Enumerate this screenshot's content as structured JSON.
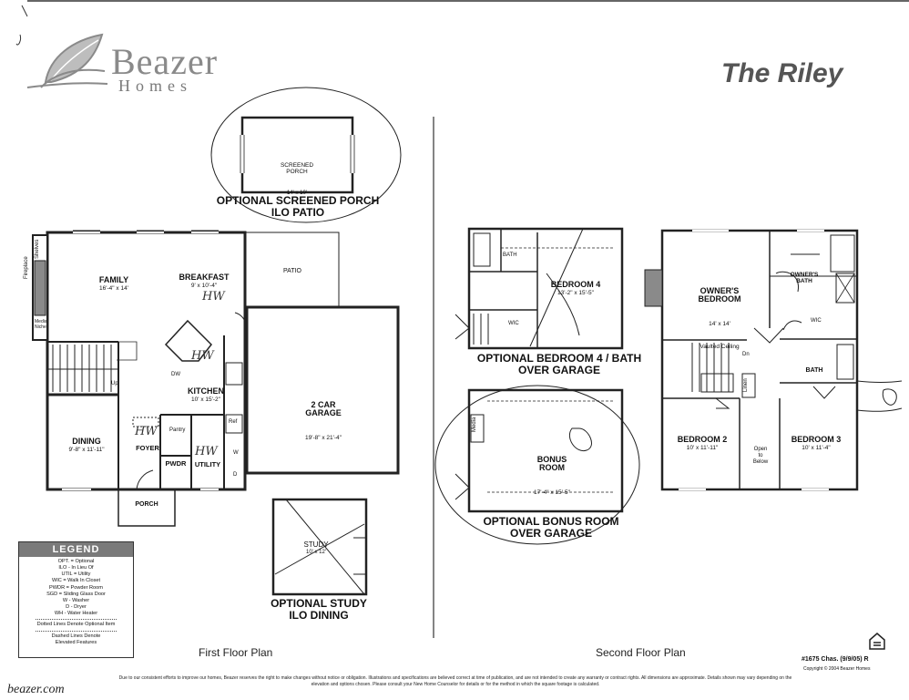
{
  "brand": {
    "name": "Beazer",
    "sub": "Homes",
    "website": "beazer.com"
  },
  "model_name": "The Riley",
  "first_floor": {
    "label": "First Floor Plan",
    "rooms": {
      "family": {
        "name": "FAMILY",
        "dim": "16'-4\" x 14'"
      },
      "breakfast": {
        "name": "BREAKFAST",
        "dim": "9' x 10'-4\""
      },
      "kitchen": {
        "name": "KITCHEN",
        "dim": "10' x 15'-2\""
      },
      "dining": {
        "name": "DINING",
        "dim": "9'-8\" x 11'-11\""
      },
      "foyer": {
        "name": "FOYER"
      },
      "pwdr": {
        "name": "PWDR"
      },
      "utility": {
        "name": "UTILITY"
      },
      "porch": {
        "name": "PORCH"
      },
      "patio": {
        "name": "PATIO"
      },
      "garage": {
        "name": "2 CAR\nGARAGE",
        "dim": "19'-8\" x 21'-4\""
      },
      "pantry": {
        "name": "Pantry"
      },
      "fireplace": {
        "name": "Fireplace"
      },
      "shelves": {
        "name": "Shelves"
      },
      "media_niche": {
        "name": "Media\nNiche"
      },
      "dw": {
        "name": "DW"
      },
      "ref": {
        "name": "Ref"
      },
      "up": {
        "name": "Up"
      },
      "w": {
        "name": "W"
      },
      "d": {
        "name": "D"
      }
    },
    "screened_porch": {
      "name": "SCREENED\nPORCH",
      "dim": "14' x 10'",
      "caption": "OPTIONAL SCREENED PORCH\nILO PATIO"
    },
    "study": {
      "name": "STUDY",
      "dim": "10' x 12'",
      "caption": "OPTIONAL STUDY\nILO DINING"
    }
  },
  "second_floor": {
    "label": "Second Floor Plan",
    "rooms": {
      "owners_bedroom": {
        "name": "OWNER'S\nBEDROOM",
        "dim": "14' x 14'",
        "note": "Vaulted Ceiling"
      },
      "owners_bath": {
        "name": "OWNER'S\nBATH"
      },
      "wic": {
        "name": "WIC"
      },
      "bath": {
        "name": "BATH"
      },
      "bedroom2": {
        "name": "BEDROOM 2",
        "dim": "10' x 11'-11\""
      },
      "bedroom3": {
        "name": "BEDROOM 3",
        "dim": "10' x 11'-4\""
      },
      "open_below": {
        "name": "Open\nto\nBelow"
      },
      "linen": {
        "name": "Linen"
      },
      "dn": {
        "name": "Dn"
      }
    },
    "optional_bedroom4": {
      "caption": "OPTIONAL BEDROOM 4 / BATH\nOVER GARAGE",
      "bedroom": {
        "name": "BEDROOM 4",
        "dim": "13'-2\" x 15'-5\""
      },
      "bath": {
        "name": "BATH"
      },
      "wic": {
        "name": "WIC"
      }
    },
    "optional_bonus": {
      "caption": "OPTIONAL BONUS ROOM\nOVER GARAGE",
      "room": {
        "name": "BONUS\nROOM",
        "dim": "17'-4\" x 15'-5\""
      },
      "media": {
        "name": "Media"
      }
    }
  },
  "handwritten": {
    "hw": "HW"
  },
  "legend": {
    "title": "LEGEND",
    "lines": [
      "OPT. = Optional",
      "ILO - In Lieu Of",
      "UTIL = Utility",
      "WIC = Walk In Closet",
      "PWDR = Powder Room",
      "SGD = Sliding Glass Door",
      "W - Washer",
      "D - Dryer",
      "WH - Water Heater"
    ],
    "notes": [
      "Dotted Lines Denote Optional Item",
      "Dashed Lines Denote\nElevated Features"
    ]
  },
  "plan_code": "#1675 Chas. (9/9/05) R",
  "copyright": "Copyright © 2004 Beazer Homes",
  "footnote": "Due to our consistent efforts to improve our homes, Beazer reserves the right to make changes without notice or obligation. Illustrations and specifications are believed correct at time of publication, and are not intended to create any warranty or contract rights. All dimensions are approximate. Details shown may vary depending on the elevation and options chosen. Please consult your New Home Counselor for details or for the method in which the square footage is calculated."
}
